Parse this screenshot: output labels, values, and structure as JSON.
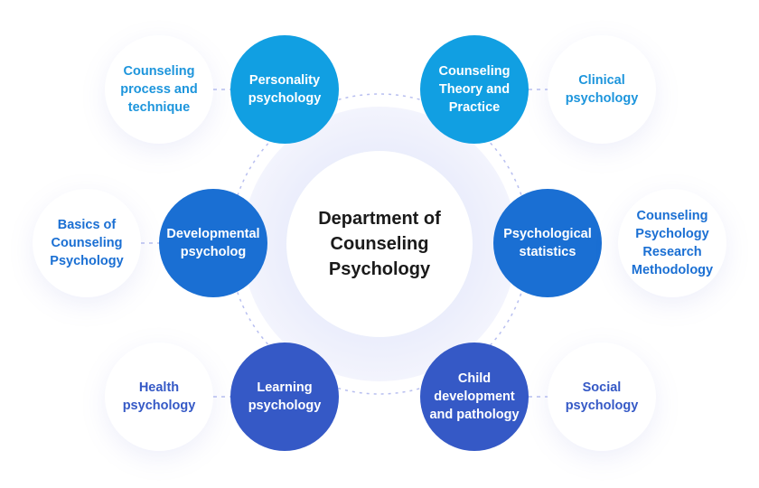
{
  "title": "Department of\nCounseling\nPsychology",
  "colors": {
    "row_top": "#119fe2",
    "row_mid": "#1a6fd3",
    "row_bottom": "#3559c6",
    "ring": "#eef0fc",
    "dash": "#b8bff0"
  },
  "nodes": {
    "top_left_core": "Personality\npsychology",
    "top_left_sat": "Counseling\nprocess and\ntechnique",
    "top_right_core": "Counseling\nTheory and\nPractice",
    "top_right_sat": "Clinical\npsychology",
    "mid_left_core": "Developmental\npsycholog",
    "mid_left_sat": "Basics of\nCounseling\nPsychology",
    "mid_right_core": "Psychological\nstatistics",
    "mid_right_sat": "Counseling\nPsychology\nResearch\nMethodology",
    "bottom_left_core": "Learning\npsychology",
    "bottom_left_sat": "Health\npsychology",
    "bottom_right_core": "Child\ndevelopment\nand pathology",
    "bottom_right_sat": "Social\npsychology"
  }
}
